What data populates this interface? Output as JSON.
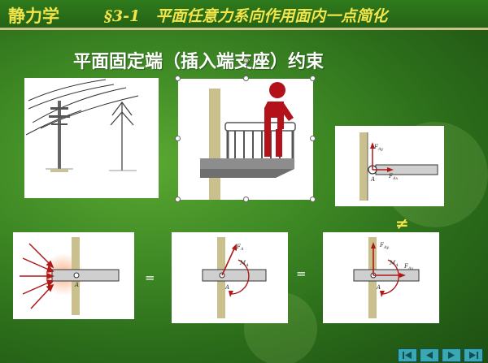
{
  "header": {
    "section": "静力学",
    "title": "§3-1　平面任意力系向作用面内一点简化"
  },
  "subtitle": "平面固定端（插入端支座）约束",
  "symbols": {
    "equals": "=",
    "not_equal": "≠"
  },
  "labels": {
    "point_a": "A",
    "force_fx": "F",
    "force_fx_sub": "Ax",
    "force_fy": "F",
    "force_fy_sub": "Ay",
    "force_f": "F",
    "force_f_sub": "A",
    "moment": "M",
    "moment_sub": "A"
  },
  "nav": [
    "first-slide",
    "previous-slide",
    "next-slide",
    "last-slide"
  ],
  "colors": {
    "title": "#f2e44a",
    "background": "#3f8a25",
    "nav": "#3aa8b3",
    "arrow_red": "#b01818"
  }
}
